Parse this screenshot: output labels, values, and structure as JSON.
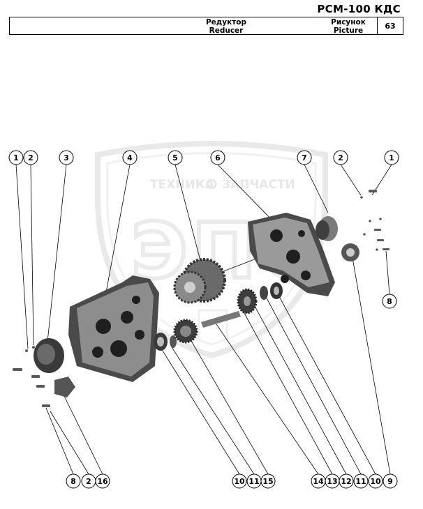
{
  "doc": {
    "code": "РСМ-100 КДС",
    "name_ru": "Редуктор",
    "name_en": "Reducer",
    "picture_ru": "Рисунок",
    "picture_en": "Picture",
    "picture_number": "63"
  },
  "watermark": {
    "left_word": "ТЕХНИКА",
    "right_word": "ЗАПЧАСТИ",
    "big_letters": "ЭПС"
  },
  "top_callouts": [
    "1",
    "2",
    "3",
    "4",
    "5",
    "6",
    "7",
    "2",
    "1"
  ],
  "right_callouts": [
    "8"
  ],
  "bottom_left_callouts": [
    "8",
    "2",
    "16"
  ],
  "bottom_right_callouts": [
    "10",
    "11",
    "15",
    "14",
    "13",
    "12",
    "11",
    "10",
    "9"
  ],
  "colors": {
    "ink": "#000000",
    "part_dark": "#3a3a3a",
    "part_mid": "#8a8a8a",
    "part_light": "#cfcfcf",
    "watermark": "#d8d8d8"
  }
}
